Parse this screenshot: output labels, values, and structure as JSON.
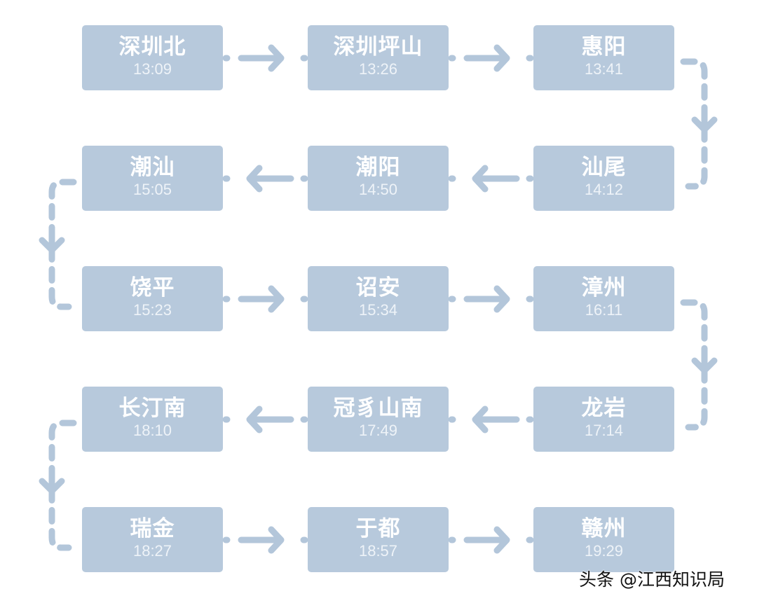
{
  "stations": [
    {
      "name": "深圳北",
      "time": "13:09"
    },
    {
      "name": "深圳坪山",
      "time": "13:26"
    },
    {
      "name": "惠阳",
      "time": "13:41"
    },
    {
      "name": "汕尾",
      "time": "14:12"
    },
    {
      "name": "潮阳",
      "time": "14:50"
    },
    {
      "name": "潮汕",
      "time": "15:05"
    },
    {
      "name": "饶平",
      "time": "15:23"
    },
    {
      "name": "诏安",
      "time": "15:34"
    },
    {
      "name": "漳州",
      "time": "16:11"
    },
    {
      "name": "龙岩",
      "time": "17:14"
    },
    {
      "name": "冠豸山南",
      "time": "17:49"
    },
    {
      "name": "长汀南",
      "time": "18:10"
    },
    {
      "name": "瑞金",
      "time": "18:27"
    },
    {
      "name": "于都",
      "time": "18:57"
    },
    {
      "name": "赣州",
      "time": "19:29"
    }
  ],
  "watermark": "头条 @江西知识局",
  "colors": {
    "box": "#b7c9dc",
    "arrow": "#b3c6da",
    "text": "#ffffff"
  }
}
